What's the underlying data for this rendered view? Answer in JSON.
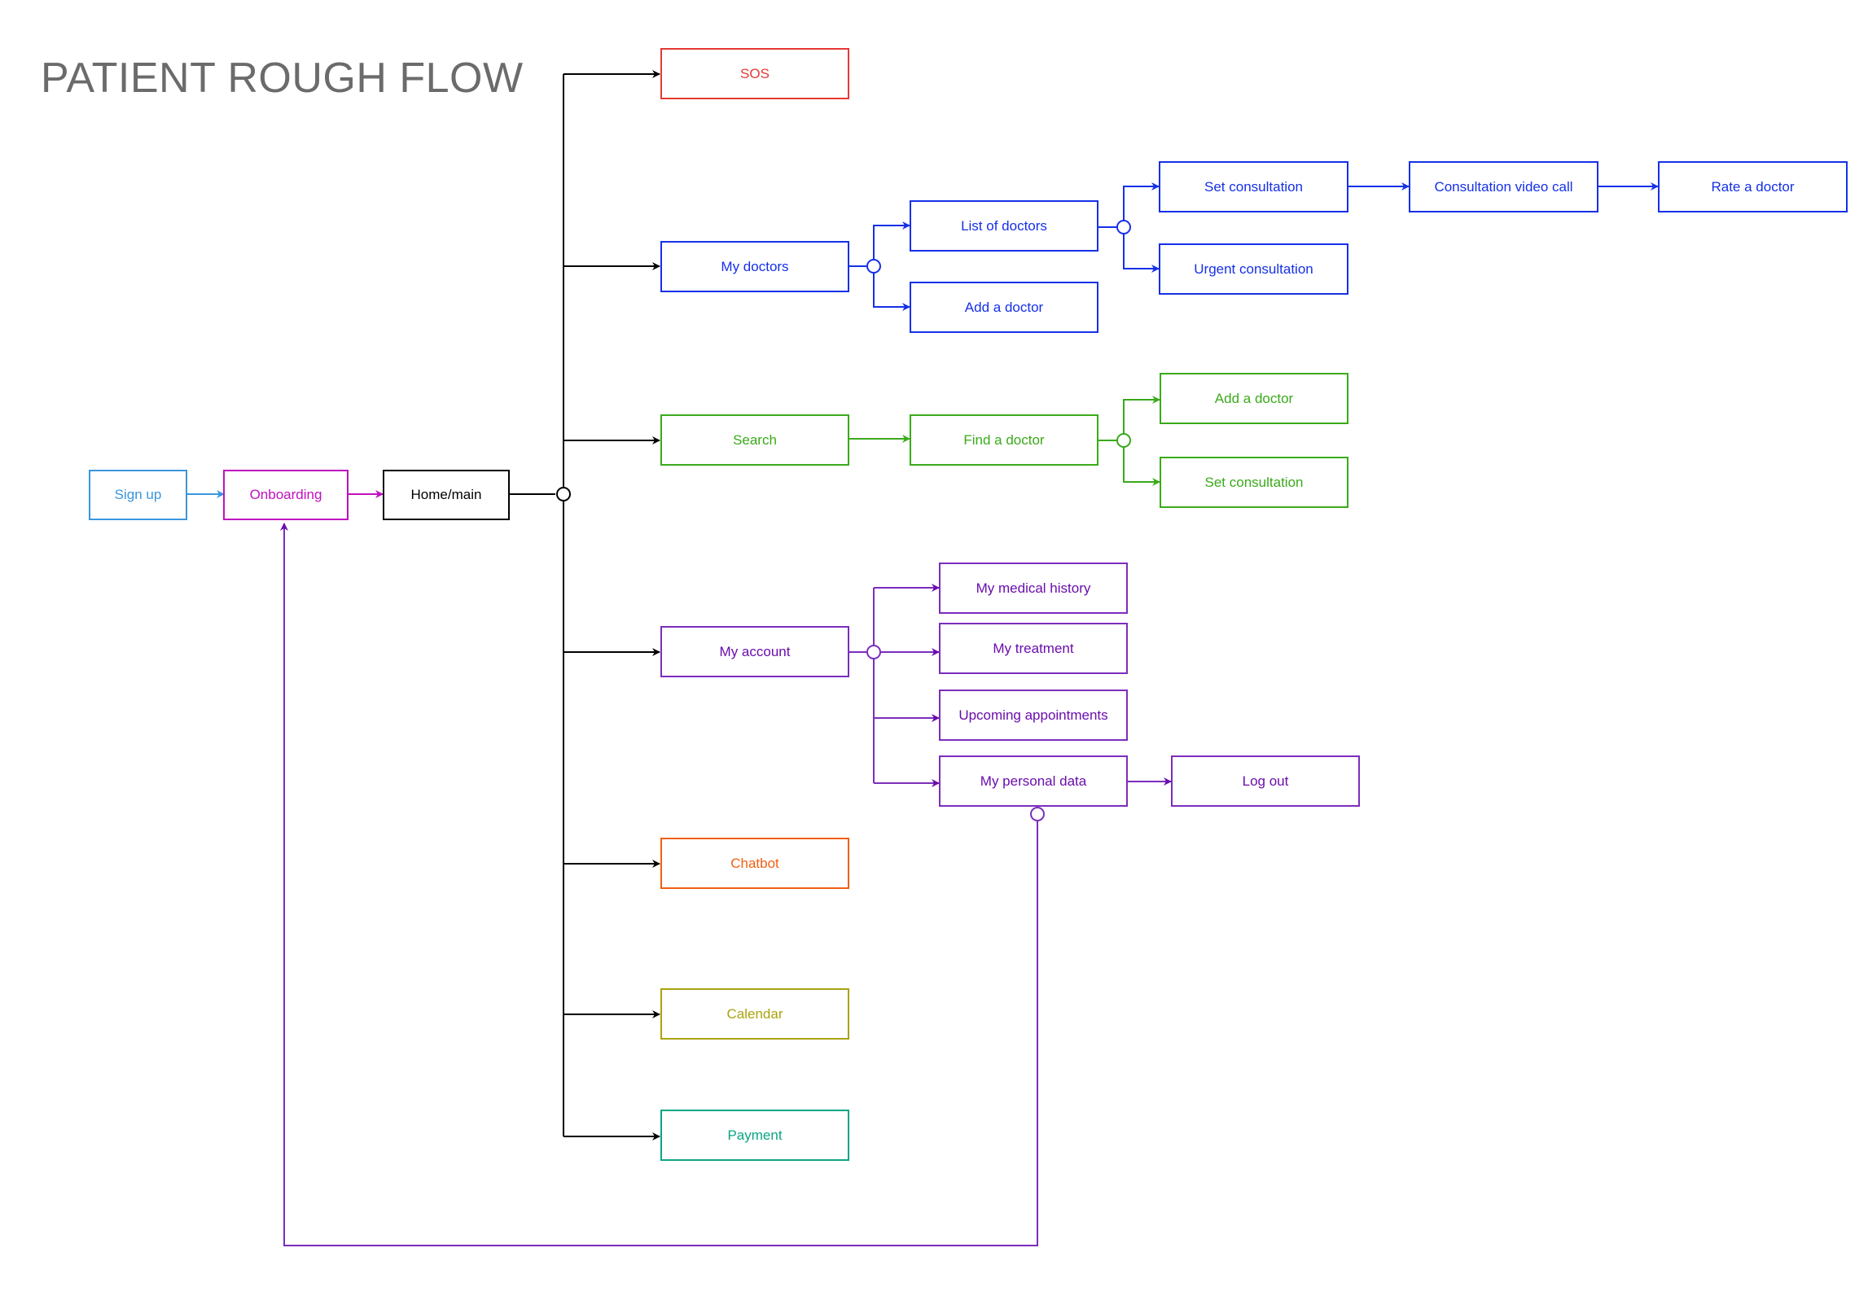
{
  "title": "PATIENT ROUGH FLOW",
  "colors": {
    "black": "#000000",
    "red": "#e53935",
    "sky": "#3a96dd",
    "magenta": "#c010c0",
    "blue": "#1530e8",
    "green": "#3aaa1a",
    "purple": "#7b2dbd",
    "orange": "#ef5f12",
    "olive": "#a9a30d",
    "teal": "#0ba485"
  },
  "nodes": {
    "sign_up": "Sign up",
    "onboarding": "Onboarding",
    "home_main": "Home/main",
    "sos": "SOS",
    "my_doctors": "My doctors",
    "list_of_doctors": "List of doctors",
    "add_a_doctor_1": "Add a doctor",
    "set_consultation_1": "Set consultation",
    "urgent_consultation": "Urgent consultation",
    "consultation_video_call": "Consultation video call",
    "rate_a_doctor": "Rate a doctor",
    "search": "Search",
    "find_a_doctor": "Find a doctor",
    "add_a_doctor_2": "Add a doctor",
    "set_consultation_2": "Set consultation",
    "my_account": "My account",
    "my_medical_history": "My medical history",
    "my_treatment": "My treatment",
    "upcoming_appointments": "Upcoming appointments",
    "my_personal_data": "My personal data",
    "log_out": "Log out",
    "chatbot": "Chatbot",
    "calendar": "Calendar",
    "payment": "Payment"
  }
}
